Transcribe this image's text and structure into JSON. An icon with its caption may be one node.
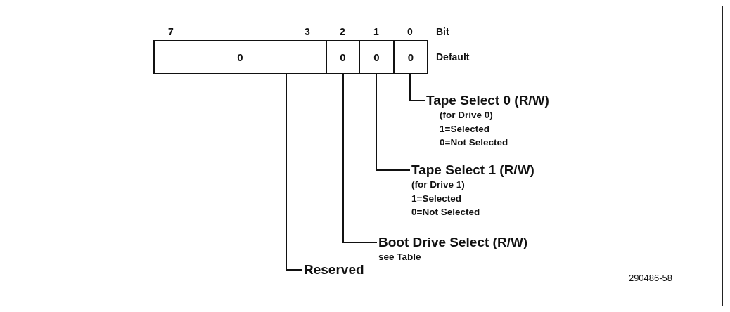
{
  "diagram": {
    "nodes": [
      {
        "text": [
          "0"
        ]
      },
      {
        "text": [
          "0"
        ]
      },
      {
        "text": [
          "0"
        ]
      },
      {
        "text": [
          "0"
        ]
      },
      {
        "text": [
          "Tape Select 0 (R/W)",
          "(for Drive 0)",
          "1=Selected",
          "0=Not Selected"
        ]
      },
      {
        "text": [
          "Tape Select 1 (R/W)",
          "(for Drive 1)",
          "1=Selected",
          "0=Not Selected"
        ]
      },
      {
        "text": [
          "Boot Drive Select (R/W)",
          "see Table"
        ]
      },
      {
        "text": [
          "Reserved"
        ]
      }
    ],
    "edges": [
      {
        "from": 3,
        "to": 4,
        "arrow": "none"
      },
      {
        "from": 2,
        "to": 5,
        "arrow": "none"
      },
      {
        "from": 1,
        "to": 6,
        "arrow": "none"
      },
      {
        "from": 0,
        "to": 7,
        "arrow": "none"
      }
    ],
    "labels": [
      "7",
      "3",
      "2",
      "1",
      "0",
      "Bit",
      "Default",
      "290486-58"
    ]
  }
}
